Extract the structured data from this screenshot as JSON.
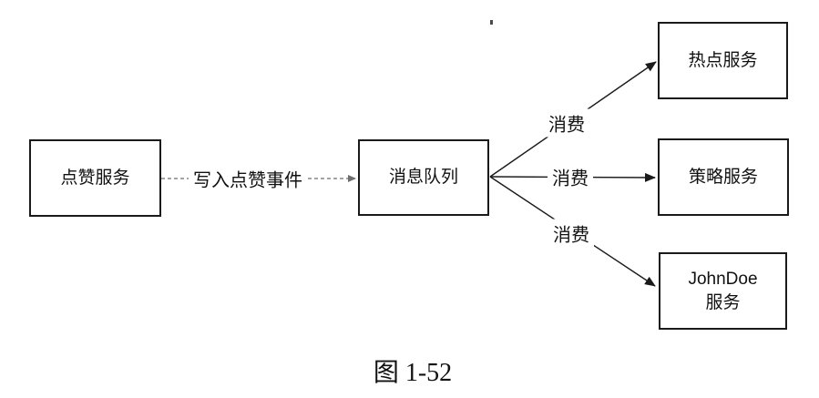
{
  "diagram": {
    "caption": "图 1-52",
    "nodes": [
      {
        "id": "like-service",
        "label": "点赞服务"
      },
      {
        "id": "message-queue",
        "label": "消息队列"
      },
      {
        "id": "hotspot-service",
        "label": "热点服务"
      },
      {
        "id": "strategy-service",
        "label": "策略服务"
      },
      {
        "id": "johndoe-service",
        "label": "JohnDoe\n服务"
      }
    ],
    "edges": [
      {
        "from": "点赞服务",
        "to": "消息队列",
        "label": "写入点赞事件",
        "style": "dashed"
      },
      {
        "from": "消息队列",
        "to": "热点服务",
        "label": "消费",
        "style": "solid"
      },
      {
        "from": "消息队列",
        "to": "策略服务",
        "label": "消费",
        "style": "solid"
      },
      {
        "from": "消息队列",
        "to": "JohnDoe 服务",
        "label": "消费",
        "style": "solid"
      }
    ]
  },
  "colors": {
    "background": "#ffffff",
    "box_border": "#1a1a1a",
    "text": "#111111",
    "solid_line": "#1a1a1a",
    "dashed_line": "#6e6e6e"
  }
}
